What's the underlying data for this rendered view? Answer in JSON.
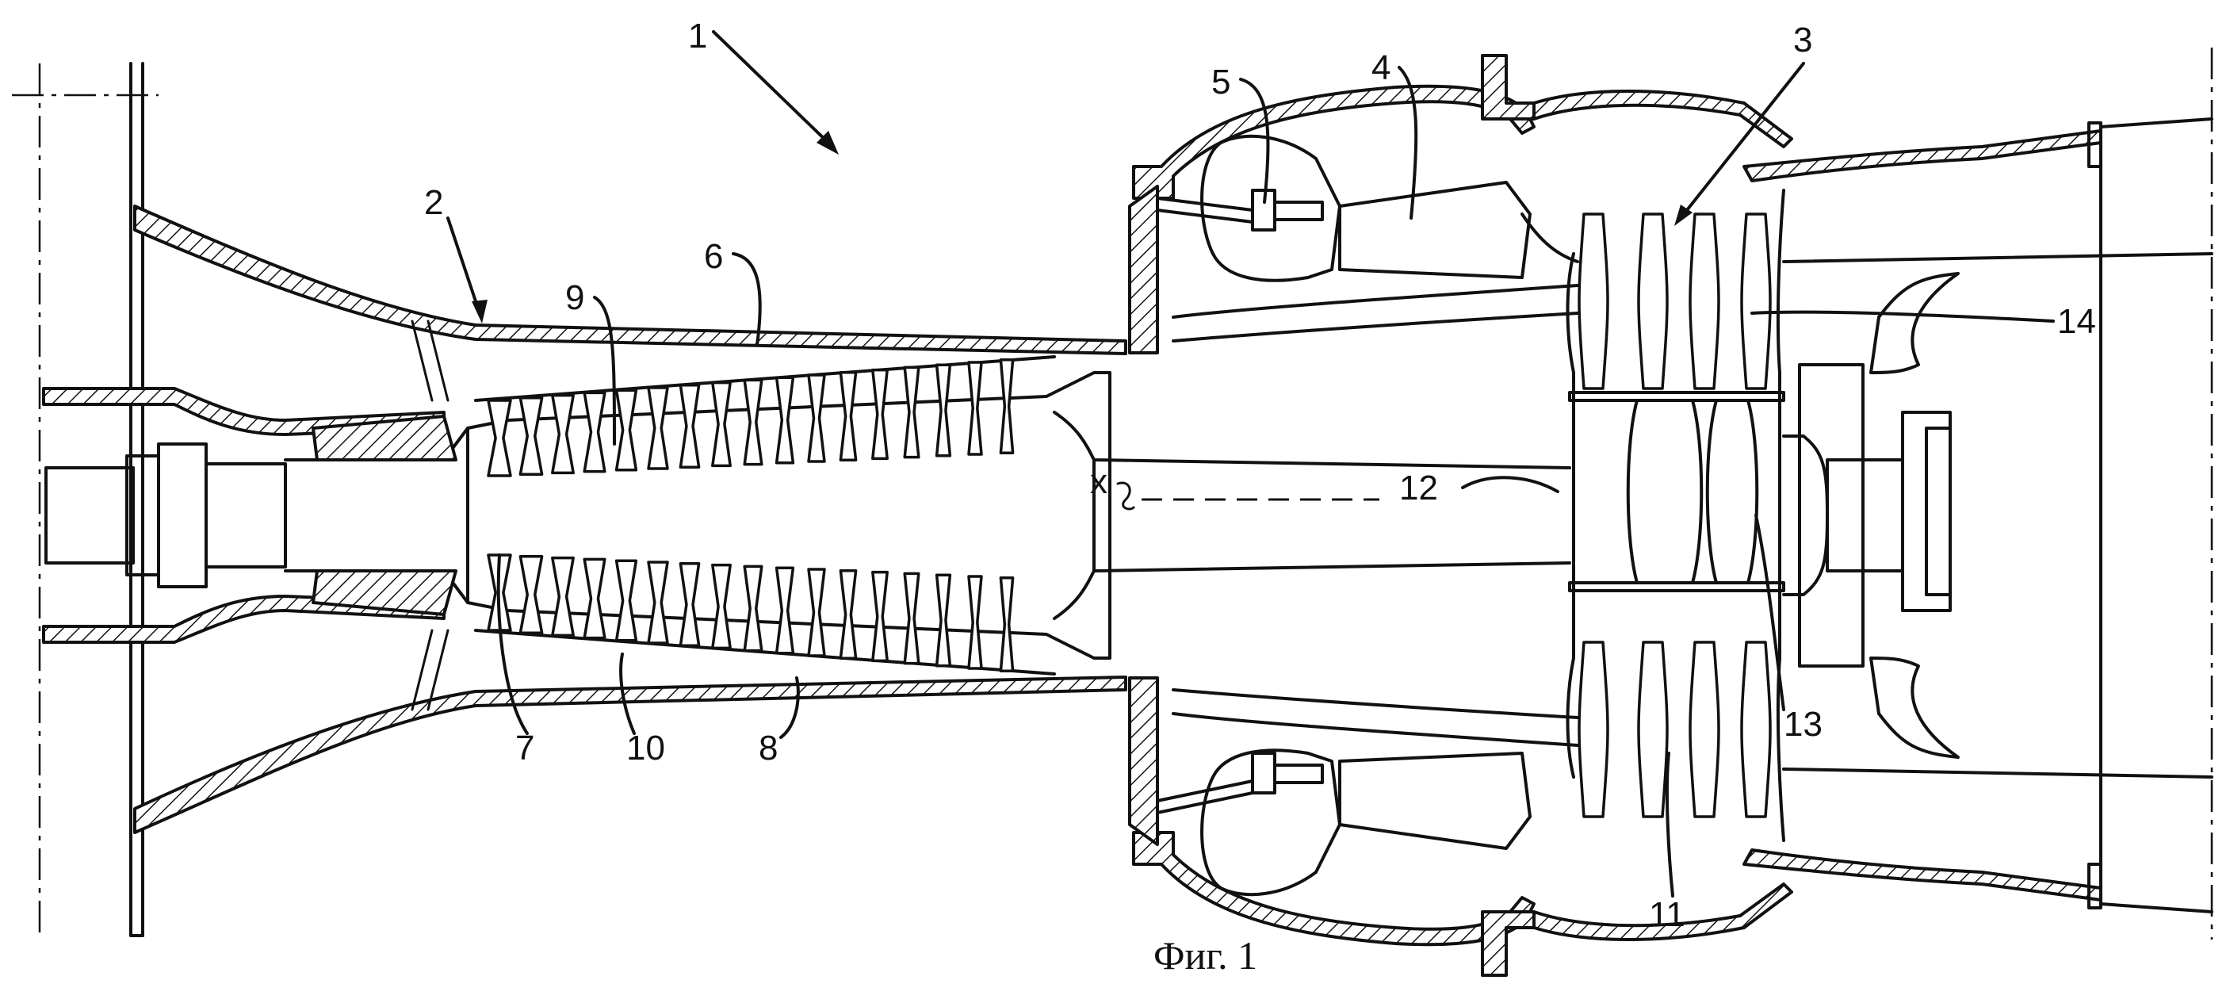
{
  "figure": {
    "caption": "Фиг. 1",
    "axis_symbol": "x",
    "labels": [
      {
        "id": "ref-1",
        "text": "1"
      },
      {
        "id": "ref-2",
        "text": "2"
      },
      {
        "id": "ref-3",
        "text": "3"
      },
      {
        "id": "ref-4",
        "text": "4"
      },
      {
        "id": "ref-5",
        "text": "5"
      },
      {
        "id": "ref-6",
        "text": "6"
      },
      {
        "id": "ref-7",
        "text": "7"
      },
      {
        "id": "ref-8",
        "text": "8"
      },
      {
        "id": "ref-9",
        "text": "9"
      },
      {
        "id": "ref-10",
        "text": "10"
      },
      {
        "id": "ref-11",
        "text": "11"
      },
      {
        "id": "ref-12",
        "text": "12"
      },
      {
        "id": "ref-13",
        "text": "13"
      },
      {
        "id": "ref-14",
        "text": "14"
      }
    ]
  }
}
